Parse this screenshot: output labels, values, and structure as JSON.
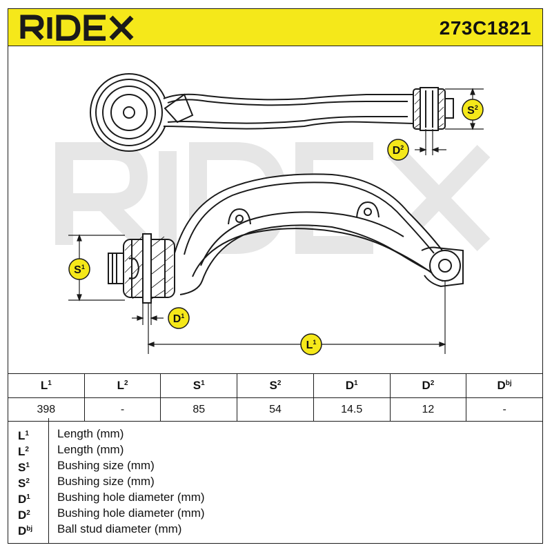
{
  "header": {
    "brand": "RIDEX",
    "part_number": "273C1821"
  },
  "colors": {
    "accent_yellow": "#f5e81a",
    "ink": "#1a1a1a",
    "watermark": "#e6e6e6"
  },
  "drawing": {
    "labels": {
      "s1": {
        "base": "S",
        "sup": "1"
      },
      "s2": {
        "base": "S",
        "sup": "2"
      },
      "d1": {
        "base": "D",
        "sup": "1"
      },
      "d2": {
        "base": "D",
        "sup": "2"
      },
      "l1": {
        "base": "L",
        "sup": "1"
      }
    }
  },
  "specs": {
    "columns": [
      {
        "base": "L",
        "sup": "1"
      },
      {
        "base": "L",
        "sup": "2"
      },
      {
        "base": "S",
        "sup": "1"
      },
      {
        "base": "S",
        "sup": "2"
      },
      {
        "base": "D",
        "sup": "1"
      },
      {
        "base": "D",
        "sup": "2"
      },
      {
        "base": "D",
        "sup": "bj"
      }
    ],
    "values": [
      "398",
      "-",
      "85",
      "54",
      "14.5",
      "12",
      "-"
    ]
  },
  "legend": [
    {
      "base": "L",
      "sup": "1",
      "text": "Length (mm)"
    },
    {
      "base": "L",
      "sup": "2",
      "text": "Length (mm)"
    },
    {
      "base": "S",
      "sup": "1",
      "text": "Bushing size (mm)"
    },
    {
      "base": "S",
      "sup": "2",
      "text": "Bushing size (mm)"
    },
    {
      "base": "D",
      "sup": "1",
      "text": "Bushing hole diameter (mm)"
    },
    {
      "base": "D",
      "sup": "2",
      "text": "Bushing hole diameter (mm)"
    },
    {
      "base": "D",
      "sup": "bj",
      "text": "Ball stud diameter (mm)"
    }
  ]
}
